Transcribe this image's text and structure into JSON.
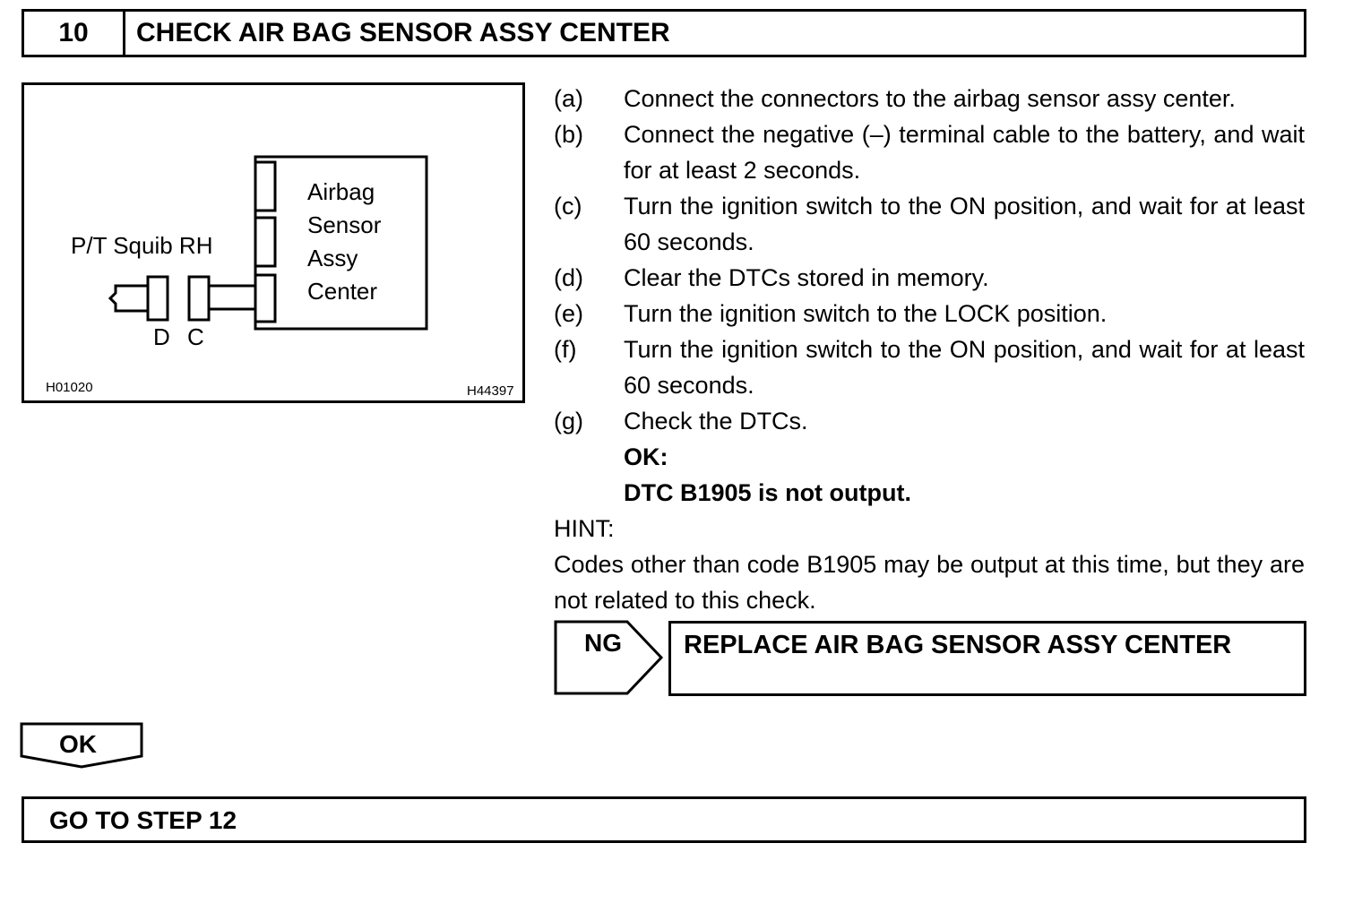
{
  "header": {
    "step_number": "10",
    "title": "CHECK AIR BAG SENSOR ASSY CENTER"
  },
  "figure": {
    "ecu_label_lines": [
      "Airbag",
      "Sensor",
      "Assy",
      "Center"
    ],
    "squib_label": "P/T Squib RH",
    "connector_d": "D",
    "connector_c": "C",
    "code_left": "H01020",
    "code_right": "H44397"
  },
  "instructions": {
    "steps": [
      {
        "letter": "(a)",
        "text": "Connect the connectors to the airbag sensor assy center."
      },
      {
        "letter": "(b)",
        "text": "Connect the negative (–) terminal cable to the battery, and wait for at least 2 seconds."
      },
      {
        "letter": "(c)",
        "text": "Turn the ignition switch to the ON position, and wait for at least 60 seconds."
      },
      {
        "letter": "(d)",
        "text": "Clear the DTCs stored in memory."
      },
      {
        "letter": "(e)",
        "text": "Turn the ignition switch to the LOCK position."
      },
      {
        "letter": "(f)",
        "text": "Turn the ignition switch to the ON position, and wait for at least 60 seconds."
      },
      {
        "letter": "(g)",
        "text": "Check the DTCs."
      }
    ],
    "ok_label": "OK:",
    "ok_condition": "DTC B1905 is not output.",
    "hint_label": "HINT:",
    "hint_text": "Codes other than code B1905 may be output at this time, but they are not related to this check."
  },
  "ng": {
    "label": "NG",
    "action": "REPLACE AIR BAG SENSOR ASSY CENTER"
  },
  "ok": {
    "label": "OK",
    "action": "GO TO STEP 12"
  }
}
